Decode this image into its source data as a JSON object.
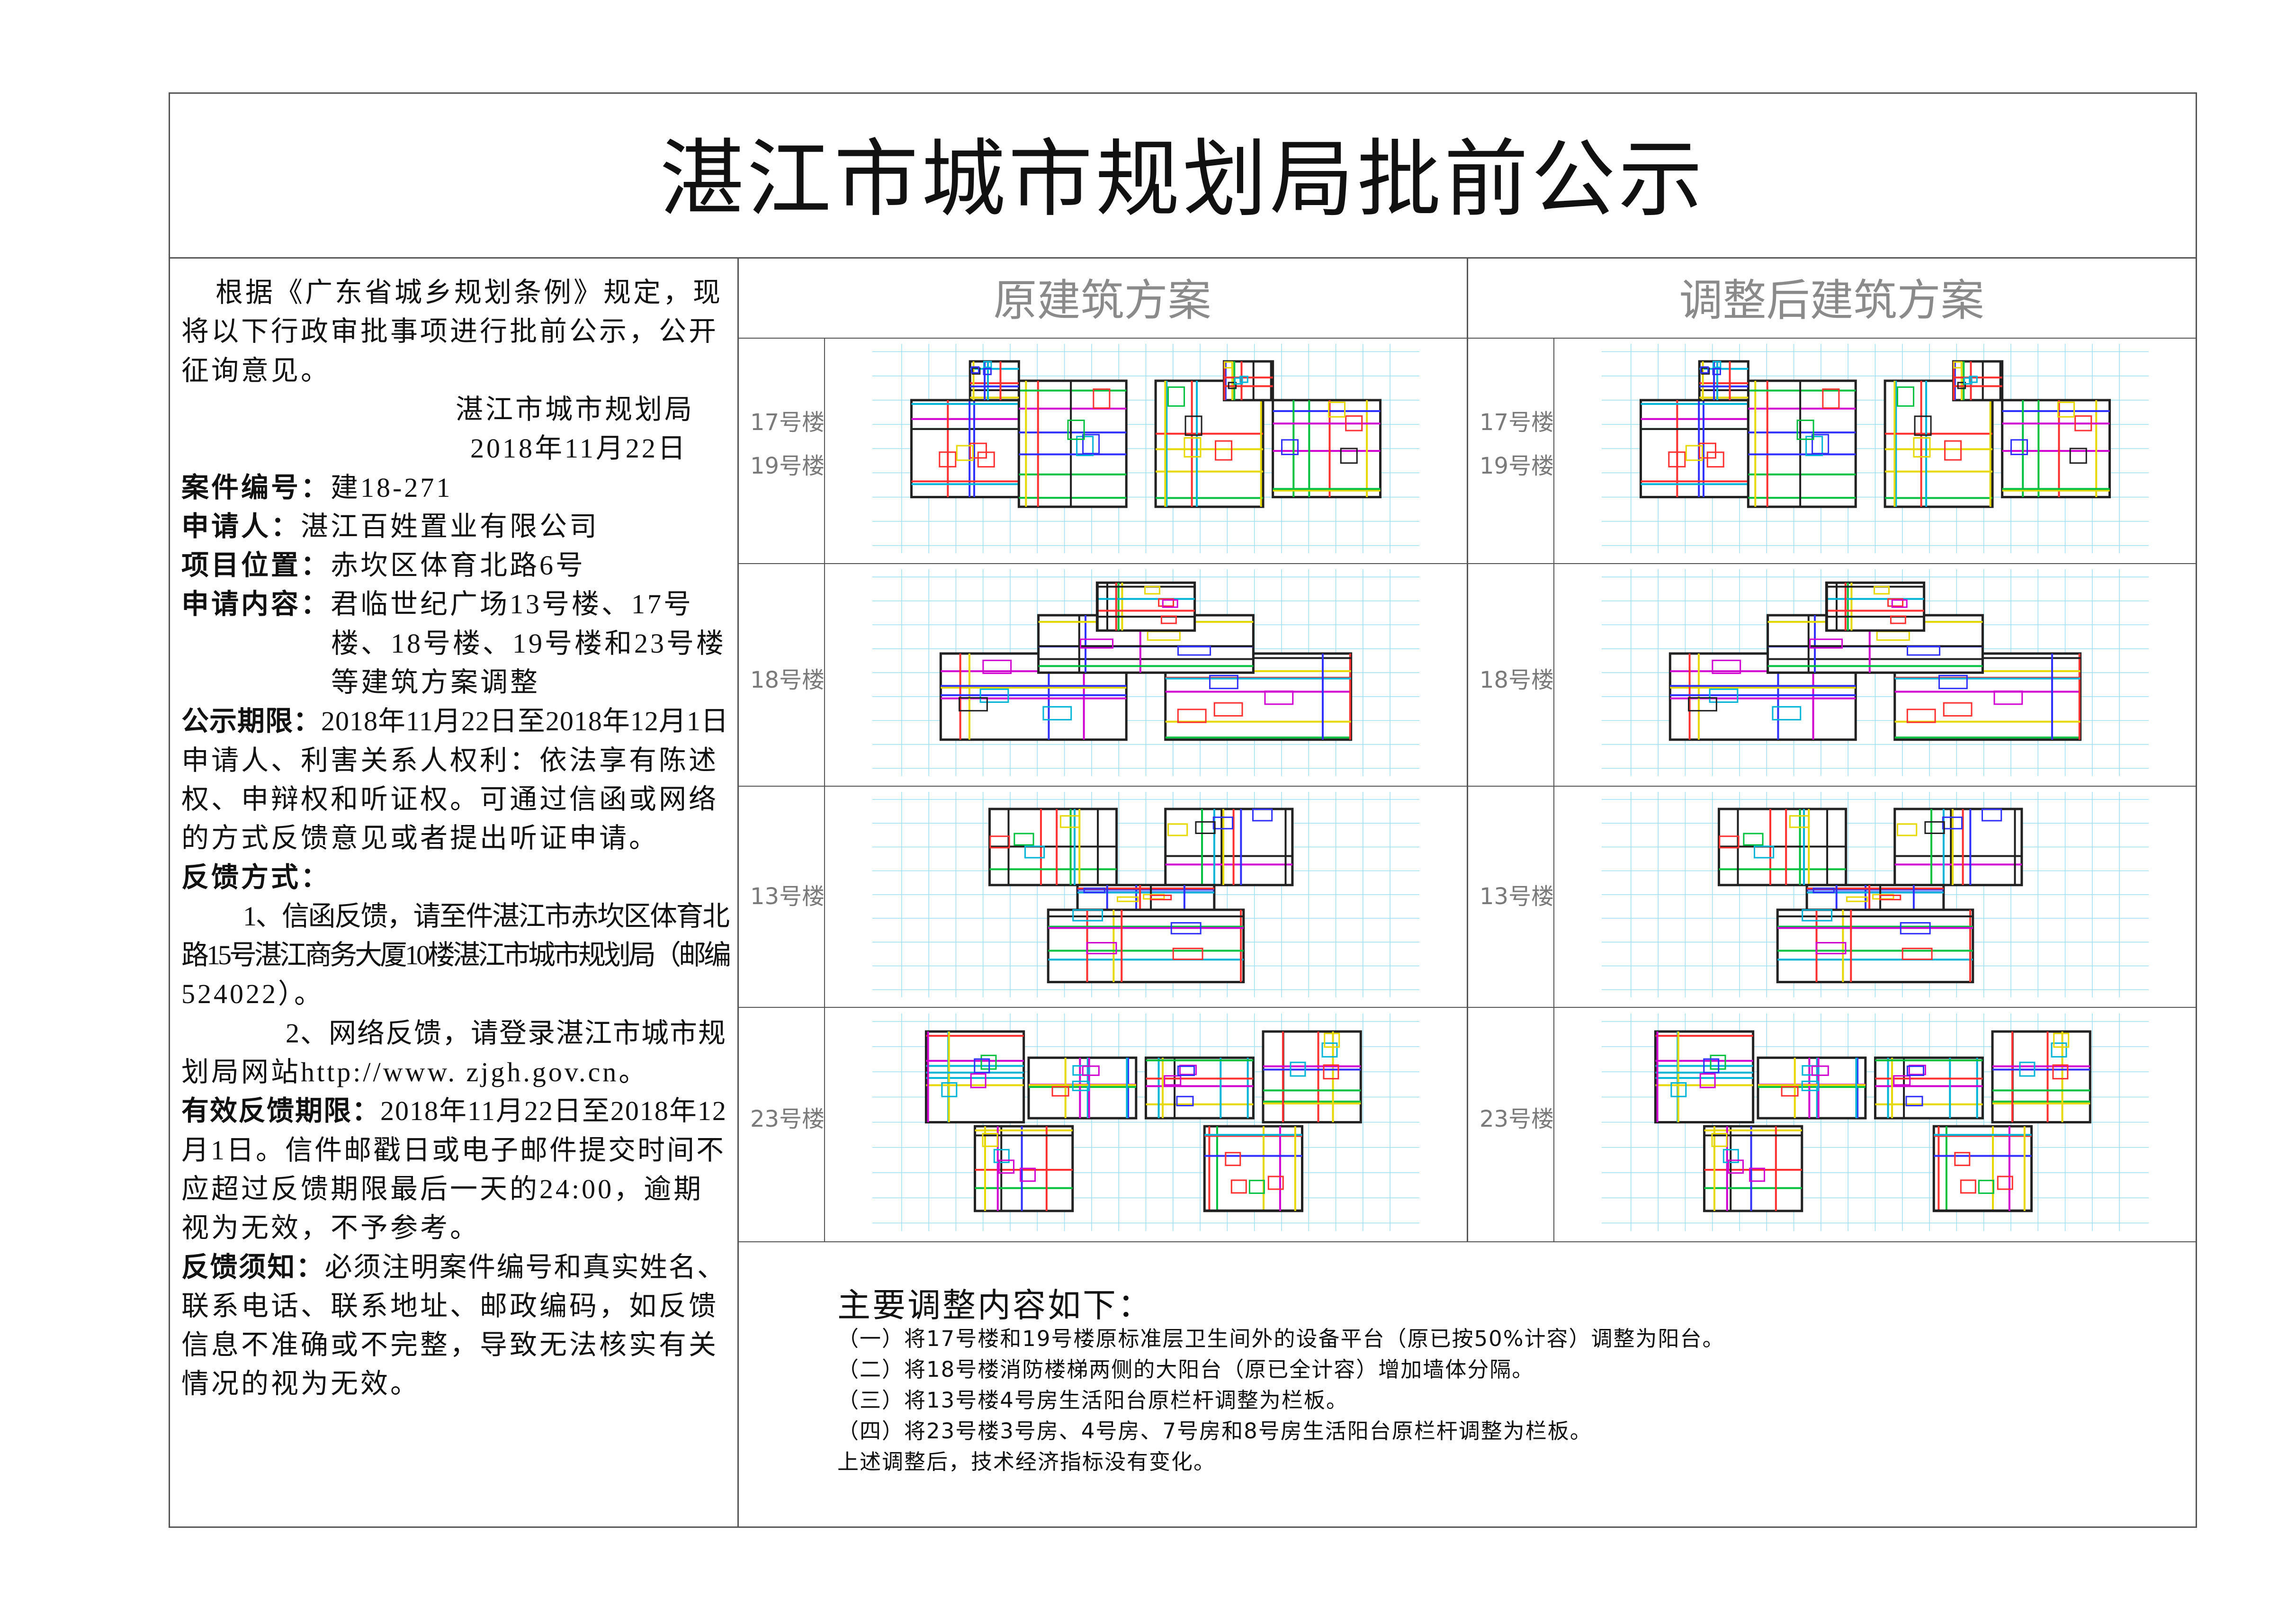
{
  "title": "湛江市城市规划局批前公示",
  "left_panel": {
    "lines": [
      {
        "text": "根据《广东省城乡规划条例》规定，现",
        "indent": 72
      },
      {
        "text": "将以下行政审批事项进行批前公示，公开"
      },
      {
        "text": "征询意见。"
      },
      {
        "text": "湛江市城市规划局",
        "indent": 579
      },
      {
        "text": "2018年11月22日",
        "indent": 610
      },
      {
        "label": "案件编号：",
        "text": "建18-271"
      },
      {
        "label": "申请人：",
        "text": "湛江百姓置业有限公司"
      },
      {
        "label": "项目位置：",
        "text": "赤坎区体育北路6号"
      },
      {
        "label": "申请内容：",
        "text": "君临世纪广场13号楼、17号"
      },
      {
        "text": "楼、18号楼、19号楼和23号楼",
        "indent": 316
      },
      {
        "text": "等建筑方案调整",
        "indent": 316
      },
      {
        "label": "公示期限：",
        "text": "2018年11月22日至2018年12月1日"
      },
      {
        "text": "申请人、利害关系人权利：依法享有陈述"
      },
      {
        "text": "权、申辩权和听证权。可通过信函或网络"
      },
      {
        "text": "的方式反馈意见或者提出听证申请。"
      },
      {
        "label": "反馈方式：",
        "text": ""
      },
      {
        "text": "1、信函反馈，请至件湛江市赤坎区体育北",
        "indent": 130
      },
      {
        "text": "路15号湛江商务大厦10楼湛江市城市规划局（邮编"
      },
      {
        "text": "524022）。"
      },
      {
        "text": "2、网络反馈，请登录湛江市城市规",
        "indent": 220
      },
      {
        "text": "划局网站http://www. zjgh.gov.cn。"
      },
      {
        "label": "有效反馈期限：",
        "text": "2018年11月22日至2018年12"
      },
      {
        "text": "月1日。信件邮戳日或电子邮件提交时间不"
      },
      {
        "text": "应超过反馈期限最后一天的24:00，逾期"
      },
      {
        "text": "视为无效，不予参考。"
      },
      {
        "label": "反馈须知：",
        "text": "必须注明案件编号和真实姓名、"
      },
      {
        "text": "联系电话、联系地址、邮政编码，如反馈"
      },
      {
        "text": "信息不准确或不完整，导致无法核实有关"
      },
      {
        "text": "情况的视为无效。"
      }
    ]
  },
  "columns": {
    "original": "原建筑方案",
    "adjusted": "调整后建筑方案"
  },
  "rows": [
    {
      "labels": [
        "17号楼",
        "19号楼"
      ],
      "plan": "wide"
    },
    {
      "labels": [
        "18号楼"
      ],
      "plan": "tower"
    },
    {
      "labels": [
        "13号楼"
      ],
      "plan": "y"
    },
    {
      "labels": [
        "23号楼"
      ],
      "plan": "arc"
    }
  ],
  "adjustments": {
    "heading": "主要调整内容如下：",
    "items": [
      "（一）将17号楼和19号楼原标准层卫生间外的设备平台（原已按50%计容）调整为阳台。",
      "（二）将18号楼消防楼梯两侧的大阳台（原已全计容）增加墙体分隔。",
      "（三）将13号楼4号房生活阳台原栏杆调整为栏板。",
      "（四）将23号楼3号房、4号房、7号房和8号房生活阳台原栏杆调整为栏板。",
      "上述调整后，技术经济指标没有变化。"
    ]
  },
  "colors": {
    "border": "#555555",
    "plan_colors": [
      "#00b4d8",
      "#d000d0",
      "#e6d800",
      "#3030ff",
      "#00c040",
      "#ff3030",
      "#202020"
    ]
  }
}
